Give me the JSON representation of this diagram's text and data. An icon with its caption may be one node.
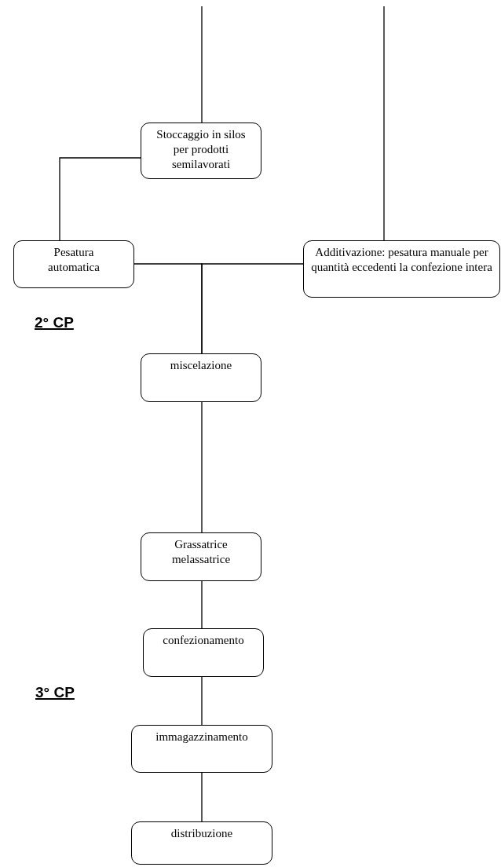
{
  "diagram": {
    "nodes": [
      {
        "text": [
          "Stoccaggio in silos per prodotti semilavorati"
        ]
      },
      {
        "text": [
          "Pesatura automatica"
        ]
      },
      {
        "text": [
          "Additivazione: pesatura manuale per quantità eccedenti la confezione intera"
        ]
      },
      {
        "text": [
          "miscelazione"
        ]
      },
      {
        "text": [
          "Grassatrice melassatrice"
        ]
      },
      {
        "text": [
          "confezionamento"
        ]
      },
      {
        "text": [
          "immagazzinamento"
        ]
      },
      {
        "text": [
          "distribuzione"
        ]
      }
    ],
    "edges": [
      {
        "from": null,
        "to": 0,
        "arrow": "none"
      },
      {
        "from": null,
        "to": 2,
        "arrow": "none"
      },
      {
        "from": 0,
        "to": 1,
        "arrow": "none"
      },
      {
        "from": 1,
        "to": 3,
        "arrow": "none"
      },
      {
        "from": 2,
        "to": 3,
        "arrow": "none"
      },
      {
        "from": 3,
        "to": 4,
        "arrow": "none"
      },
      {
        "from": 4,
        "to": 5,
        "arrow": "none"
      },
      {
        "from": 5,
        "to": 6,
        "arrow": "none"
      },
      {
        "from": 6,
        "to": 7,
        "arrow": "none"
      }
    ],
    "labels": [
      "2° CP",
      "3° CP"
    ]
  }
}
